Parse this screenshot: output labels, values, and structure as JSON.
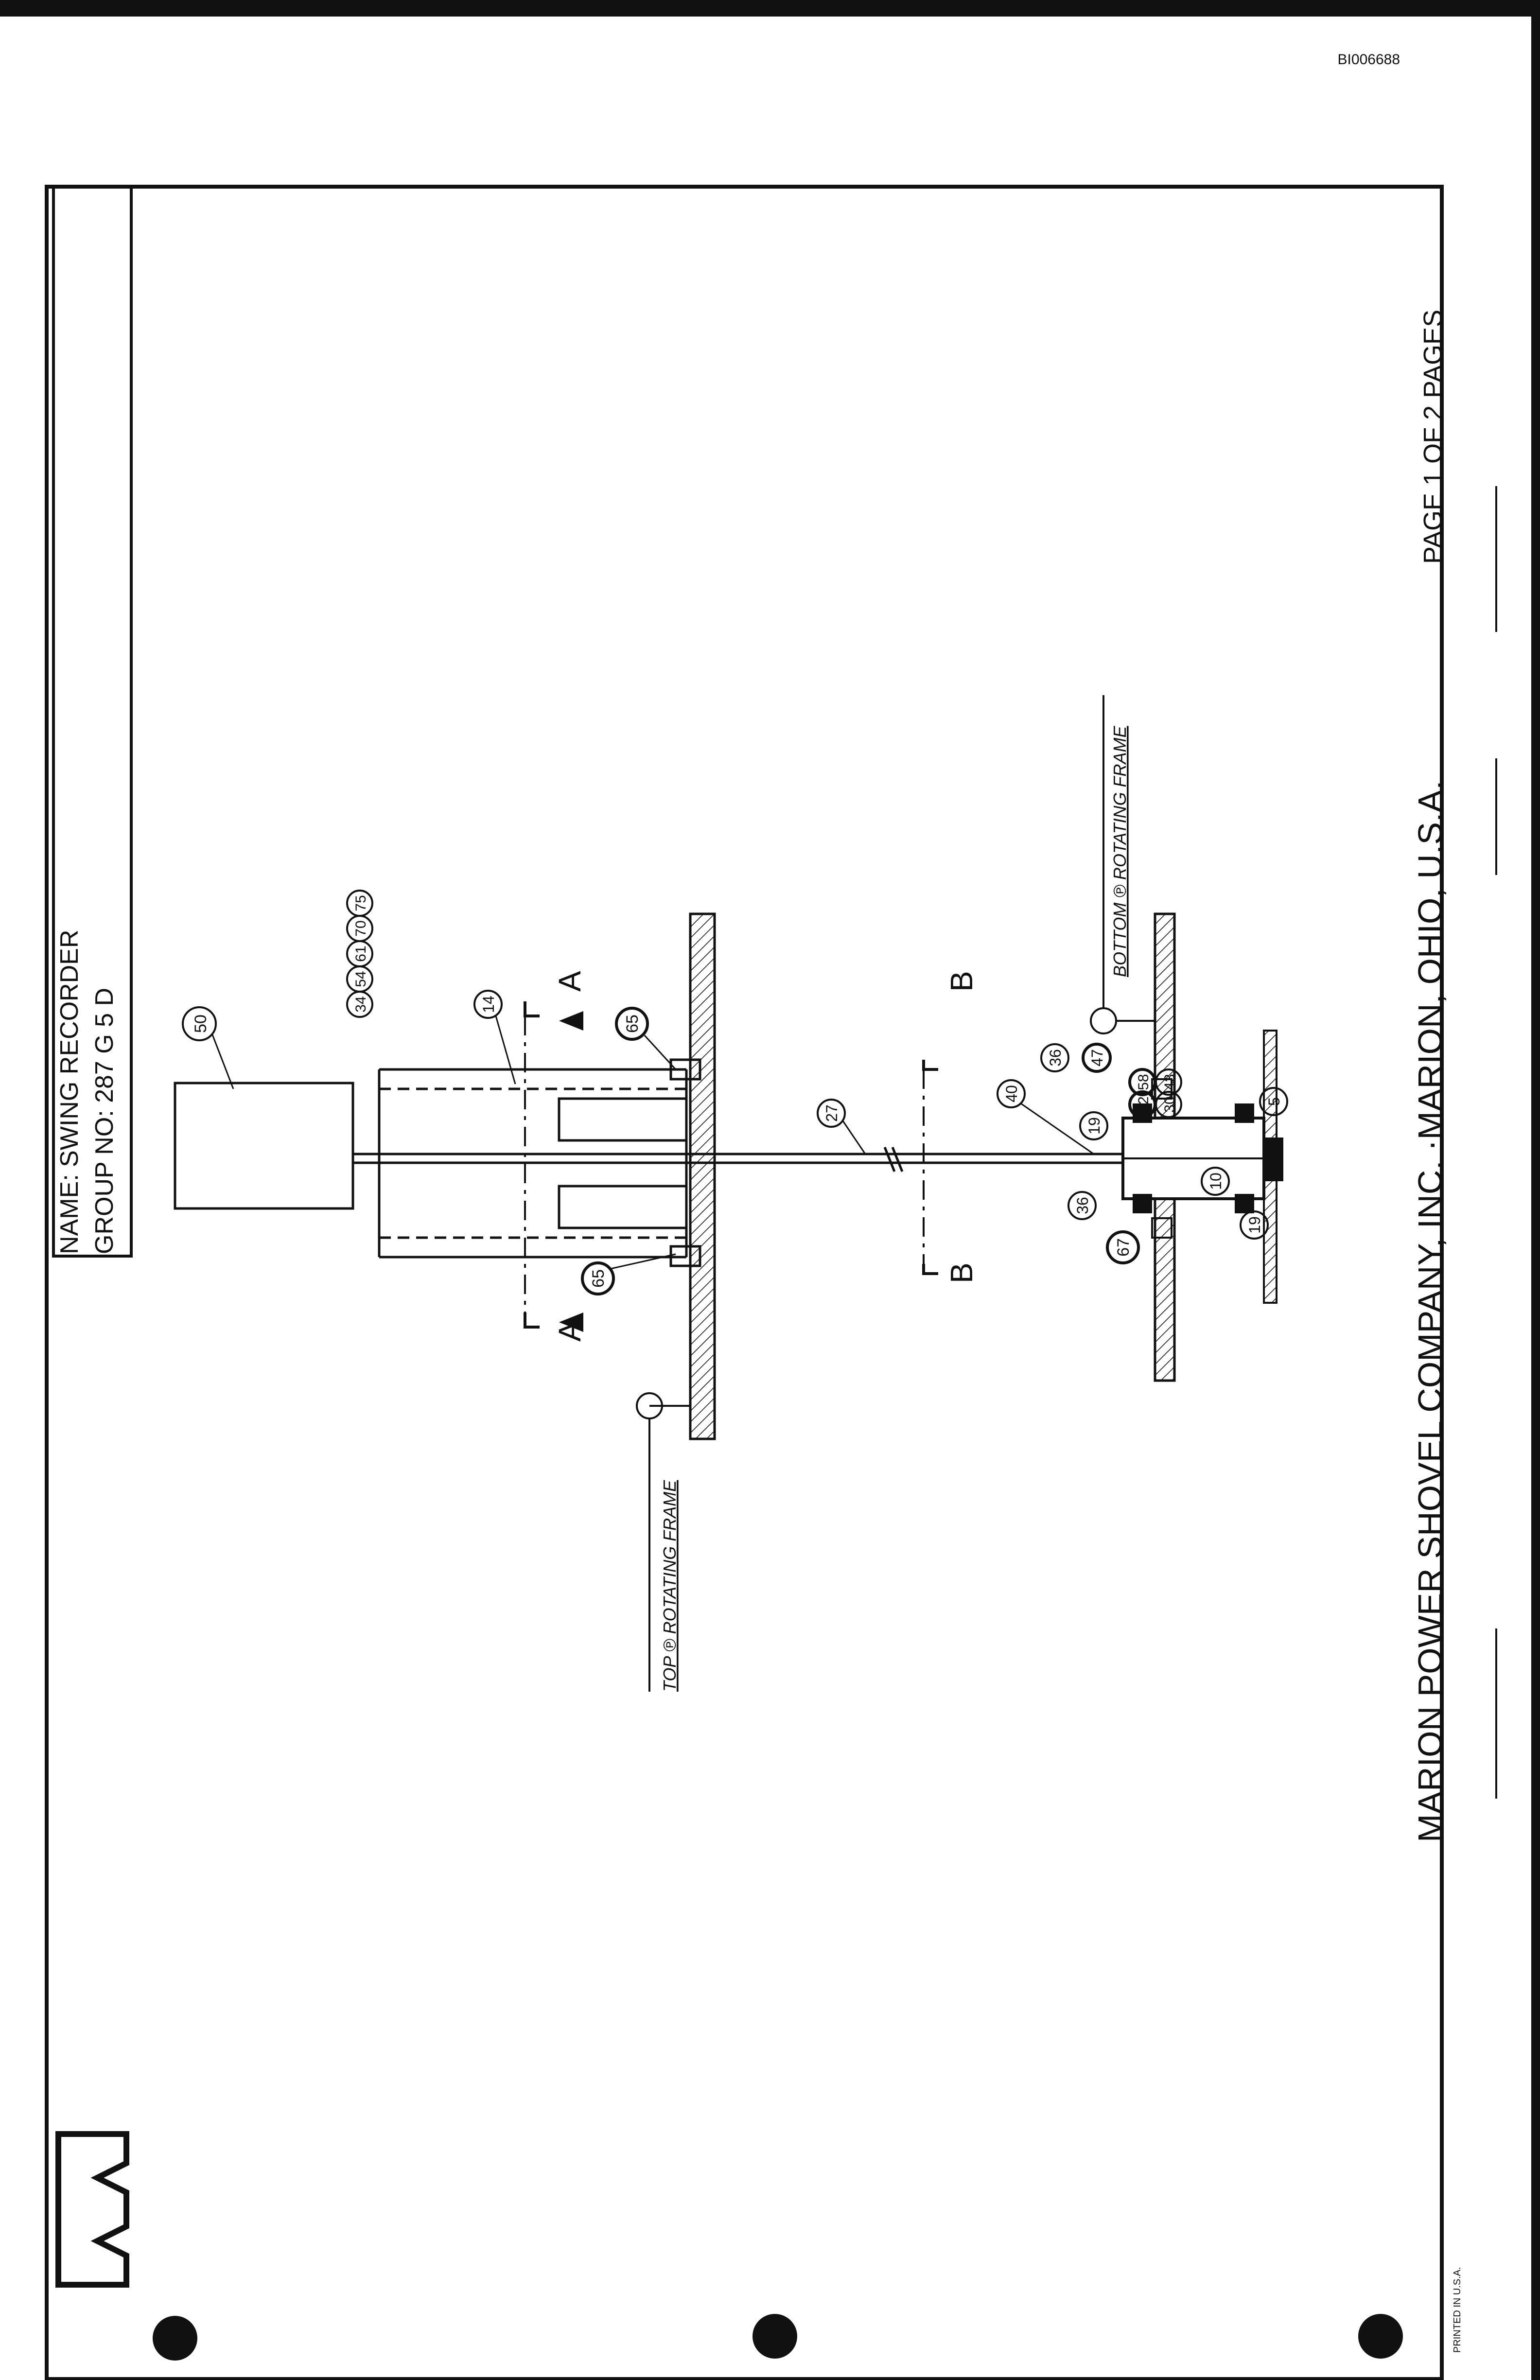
{
  "doc_id": "BI006688",
  "title_block": {
    "name": "NAME: SWING RECORDER",
    "group": "GROUP NO: 287 G 5 D"
  },
  "footer": {
    "company": "MARION POWER SHOVEL COMPANY, INC. ·MARION, OHIO, U.S.A.",
    "page": "PAGE  1  OF  2  PAGES",
    "printed": "PRINTED IN U.S.A."
  },
  "frame_labels": {
    "top": "TOP ℗ ROTATING FRAME",
    "bottom": "BOTTOM ℗ ROTATING FRAME"
  },
  "sections": {
    "a": "A",
    "b": "B"
  },
  "callouts": {
    "c50": "50",
    "c34": "34",
    "c54": "54",
    "c61": "61",
    "c70": "70",
    "c75": "75",
    "c14": "14",
    "c65a": "65",
    "c65b": "65",
    "c27": "27",
    "c40": "40",
    "c19a": "19",
    "c36a": "36",
    "c67": "67",
    "c36b": "36",
    "c47": "47",
    "c72": "72",
    "c58": "58",
    "c30": "30",
    "c43": "43",
    "c10": "10",
    "c19b": "19",
    "c5": "5"
  },
  "colors": {
    "ink": "#111111",
    "paper": "#ffffff"
  }
}
